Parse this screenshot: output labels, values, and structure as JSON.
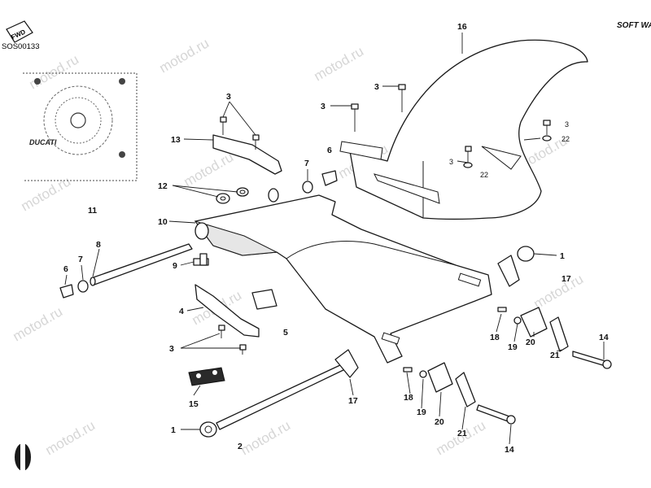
{
  "watermark": "motod.ru",
  "diagram_code": "SOS00133",
  "fwd_label": "FWD",
  "brand_logo": "SOFT WAY",
  "inset_brand": "DUCATI",
  "callouts": {
    "c16": "16",
    "c3a": "3",
    "c3b": "3",
    "c3c": "3",
    "c3d": "3",
    "c3e": "3",
    "c22a": "22",
    "c22b": "22",
    "c6a": "6",
    "c13": "13",
    "c7a": "7",
    "c12": "12",
    "c11": "11",
    "c10": "10",
    "c8": "8",
    "c6b": "6",
    "c7b": "7",
    "c9": "9",
    "c4": "4",
    "c3f": "3",
    "c5": "5",
    "c15": "15",
    "c1a": "1",
    "c2": "2",
    "c17a": "17",
    "c1b": "1",
    "c17b": "17",
    "c18a": "18",
    "c19a": "19",
    "c20a": "20",
    "c21a": "21",
    "c14a": "14",
    "c18b": "18",
    "c19b": "19",
    "c20b": "20",
    "c21b": "21",
    "c14b": "14"
  }
}
